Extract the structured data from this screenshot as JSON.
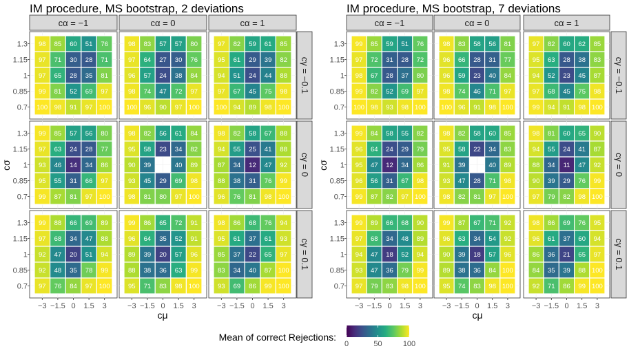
{
  "chart_data": [
    {
      "type": "heatmap",
      "title": "IM procedure, MS bootstrap, 2 deviations",
      "xlabel": "cμ",
      "ylabel": "cσ",
      "x_ticks": [
        "-3",
        "-1.5",
        "0",
        "1.5",
        "3"
      ],
      "y_ticks": [
        "1.3",
        "1.15",
        "1",
        "0.85",
        "0.7"
      ],
      "col_facets": [
        "cα = −1",
        "cα = 0",
        "cα = 1"
      ],
      "row_facets": [
        "cγ = −0.1",
        "cγ = 0",
        "cγ = 0.1"
      ],
      "panels": [
        [
          [
            [
              98,
              85,
              60,
              51,
              76
            ],
            [
              97,
              71,
              30,
              28,
              71
            ],
            [
              97,
              65,
              28,
              35,
              81
            ],
            [
              99,
              81,
              52,
              69,
              97
            ],
            [
              100,
              98,
              91,
              97,
              100
            ]
          ],
          [
            [
              98,
              83,
              57,
              57,
              80
            ],
            [
              97,
              64,
              27,
              30,
              76
            ],
            [
              96,
              57,
              24,
              38,
              84
            ],
            [
              98,
              74,
              47,
              72,
              97
            ],
            [
              100,
              96,
              90,
              97,
              100
            ]
          ],
          [
            [
              97,
              82,
              59,
              61,
              85
            ],
            [
              95,
              61,
              29,
              39,
              82
            ],
            [
              94,
              51,
              24,
              44,
              88
            ],
            [
              97,
              67,
              45,
              75,
              98
            ],
            [
              100,
              94,
              89,
              98,
              100
            ]
          ]
        ],
        [
          [
            [
              99,
              85,
              57,
              56,
              80
            ],
            [
              97,
              63,
              24,
              28,
              77
            ],
            [
              93,
              46,
              14,
              34,
              86
            ],
            [
              95,
              55,
              31,
              66,
              97
            ],
            [
              99,
              87,
              81,
              97,
              100
            ]
          ],
          [
            [
              98,
              82,
              56,
              61,
              84
            ],
            [
              95,
              58,
              23,
              34,
              82
            ],
            [
              90,
              39,
              null,
              40,
              89
            ],
            [
              93,
              45,
              29,
              69,
              98
            ],
            [
              98,
              81,
              80,
              97,
              100
            ]
          ],
          [
            [
              98,
              82,
              58,
              67,
              88
            ],
            [
              94,
              55,
              25,
              41,
              88
            ],
            [
              87,
              34,
              12,
              47,
              92
            ],
            [
              88,
              38,
              31,
              76,
              99
            ],
            [
              96,
              76,
              81,
              98,
              100
            ]
          ]
        ],
        [
          [
            [
              99,
              88,
              66,
              69,
              89
            ],
            [
              97,
              68,
              34,
              47,
              88
            ],
            [
              92,
              47,
              20,
              51,
              94
            ],
            [
              92,
              48,
              35,
              78,
              99
            ],
            [
              97,
              76,
              84,
              97,
              100
            ]
          ],
          [
            [
              99,
              86,
              65,
              72,
              91
            ],
            [
              96,
              64,
              35,
              52,
              91
            ],
            [
              89,
              39,
              20,
              57,
              96
            ],
            [
              88,
              38,
              36,
              63,
              99
            ],
            [
              95,
              71,
              83,
              98,
              100
            ]
          ],
          [
            [
              98,
              86,
              68,
              76,
              94
            ],
            [
              95,
              61,
              37,
              61,
              93
            ],
            [
              85,
              37,
              22,
              65,
              97
            ],
            [
              83,
              34,
              40,
              87,
              100
            ],
            [
              93,
              69,
              86,
              99,
              100
            ]
          ]
        ]
      ]
    },
    {
      "type": "heatmap",
      "title": "IM procedure, MS bootstrap, 7 deviations",
      "xlabel": "cμ",
      "ylabel": "cσ",
      "x_ticks": [
        "-3",
        "-1.5",
        "0",
        "1.5",
        "3"
      ],
      "y_ticks": [
        "1.3",
        "1.15",
        "1",
        "0.85",
        "0.7"
      ],
      "col_facets": [
        "cα = −1",
        "cα = 0",
        "cα = 1"
      ],
      "row_facets": [
        "cγ = −0.1",
        "cγ = 0",
        "cγ = 0.1"
      ],
      "panels": [
        [
          [
            [
              99,
              85,
              59,
              51,
              76
            ],
            [
              97,
              72,
              31,
              28,
              72
            ],
            [
              98,
              67,
              28,
              37,
              80
            ],
            [
              99,
              82,
              52,
              69,
              97
            ],
            [
              100,
              98,
              93,
              98,
              100
            ]
          ],
          [
            [
              98,
              83,
              58,
              56,
              81
            ],
            [
              96,
              66,
              28,
              31,
              77
            ],
            [
              96,
              59,
              23,
              40,
              84
            ],
            [
              98,
              74,
              46,
              71,
              97
            ],
            [
              100,
              96,
              91,
              98,
              100
            ]
          ],
          [
            [
              97,
              82,
              60,
              62,
              85
            ],
            [
              95,
              63,
              28,
              38,
              83
            ],
            [
              94,
              52,
              23,
              45,
              87
            ],
            [
              97,
              68,
              45,
              75,
              98
            ],
            [
              99,
              94,
              91,
              98,
              100
            ]
          ]
        ],
        [
          [
            [
              99,
              84,
              58,
              55,
              82
            ],
            [
              96,
              64,
              24,
              29,
              79
            ],
            [
              95,
              47,
              12,
              34,
              86
            ],
            [
              96,
              56,
              31,
              67,
              98
            ],
            [
              99,
              87,
              82,
              97,
              100
            ]
          ],
          [
            [
              98,
              82,
              58,
              60,
              85
            ],
            [
              95,
              58,
              22,
              34,
              83
            ],
            [
              91,
              39,
              null,
              40,
              89
            ],
            [
              93,
              47,
              28,
              71,
              98
            ],
            [
              98,
              82,
              81,
              97,
              100
            ]
          ],
          [
            [
              98,
              81,
              60,
              65,
              90
            ],
            [
              94,
              55,
              24,
              41,
              87
            ],
            [
              88,
              34,
              11,
              47,
              92
            ],
            [
              90,
              39,
              29,
              76,
              99
            ],
            [
              97,
              79,
              82,
              98,
              100
            ]
          ]
        ],
        [
          [
            [
              99,
              89,
              66,
              68,
              90
            ],
            [
              97,
              68,
              34,
              48,
              89
            ],
            [
              94,
              47,
              18,
              52,
              94
            ],
            [
              93,
              47,
              36,
              79,
              99
            ],
            [
              97,
              79,
              83,
              98,
              100
            ]
          ],
          [
            [
              99,
              87,
              67,
              71,
              92
            ],
            [
              96,
              63,
              34,
              54,
              92
            ],
            [
              90,
              39,
              18,
              57,
              96
            ],
            [
              89,
              38,
              36,
              84,
              100
            ],
            [
              95,
              74,
              83,
              98,
              100
            ]
          ],
          [
            [
              98,
              86,
              69,
              76,
              95
            ],
            [
              96,
              61,
              37,
              60,
              94
            ],
            [
              86,
              36,
              21,
              65,
              97
            ],
            [
              84,
              35,
              39,
              88,
              100
            ],
            [
              92,
              71,
              86,
              99,
              100
            ]
          ]
        ]
      ]
    }
  ],
  "legend": {
    "title": "Mean of correct Rejections:",
    "ticks": [
      "0",
      "50",
      "100"
    ]
  }
}
